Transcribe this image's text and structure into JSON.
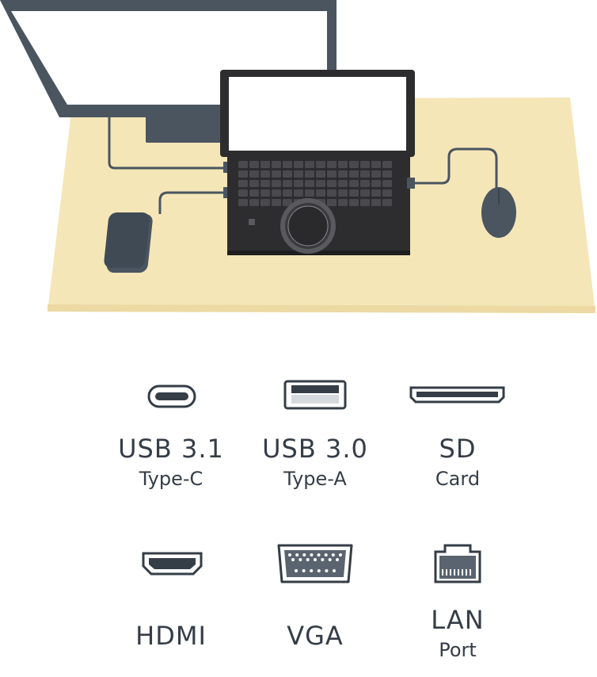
{
  "ports": [
    {
      "id": "usb-c",
      "icon": "usb-c-port-icon",
      "name": "USB 3.1",
      "sub": "Type-C"
    },
    {
      "id": "usb-a",
      "icon": "usb-a-port-icon",
      "name": "USB 3.0",
      "sub": "Type-A"
    },
    {
      "id": "sd",
      "icon": "sd-card-slot-icon",
      "name": "SD",
      "sub": "Card"
    },
    {
      "id": "hdmi",
      "icon": "hdmi-port-icon",
      "name": "HDMI",
      "sub": ""
    },
    {
      "id": "vga",
      "icon": "vga-port-icon",
      "name": "VGA",
      "sub": ""
    },
    {
      "id": "lan",
      "icon": "lan-port-icon",
      "name": "LAN",
      "sub": "Port"
    }
  ],
  "colors": {
    "desk": "#f5e6b8",
    "desk_edge": "#ecd9a3",
    "dark": "#4a5560",
    "laptop_body": "#2d2d2f",
    "key": "#4a4a4e",
    "label": "#353d47"
  }
}
